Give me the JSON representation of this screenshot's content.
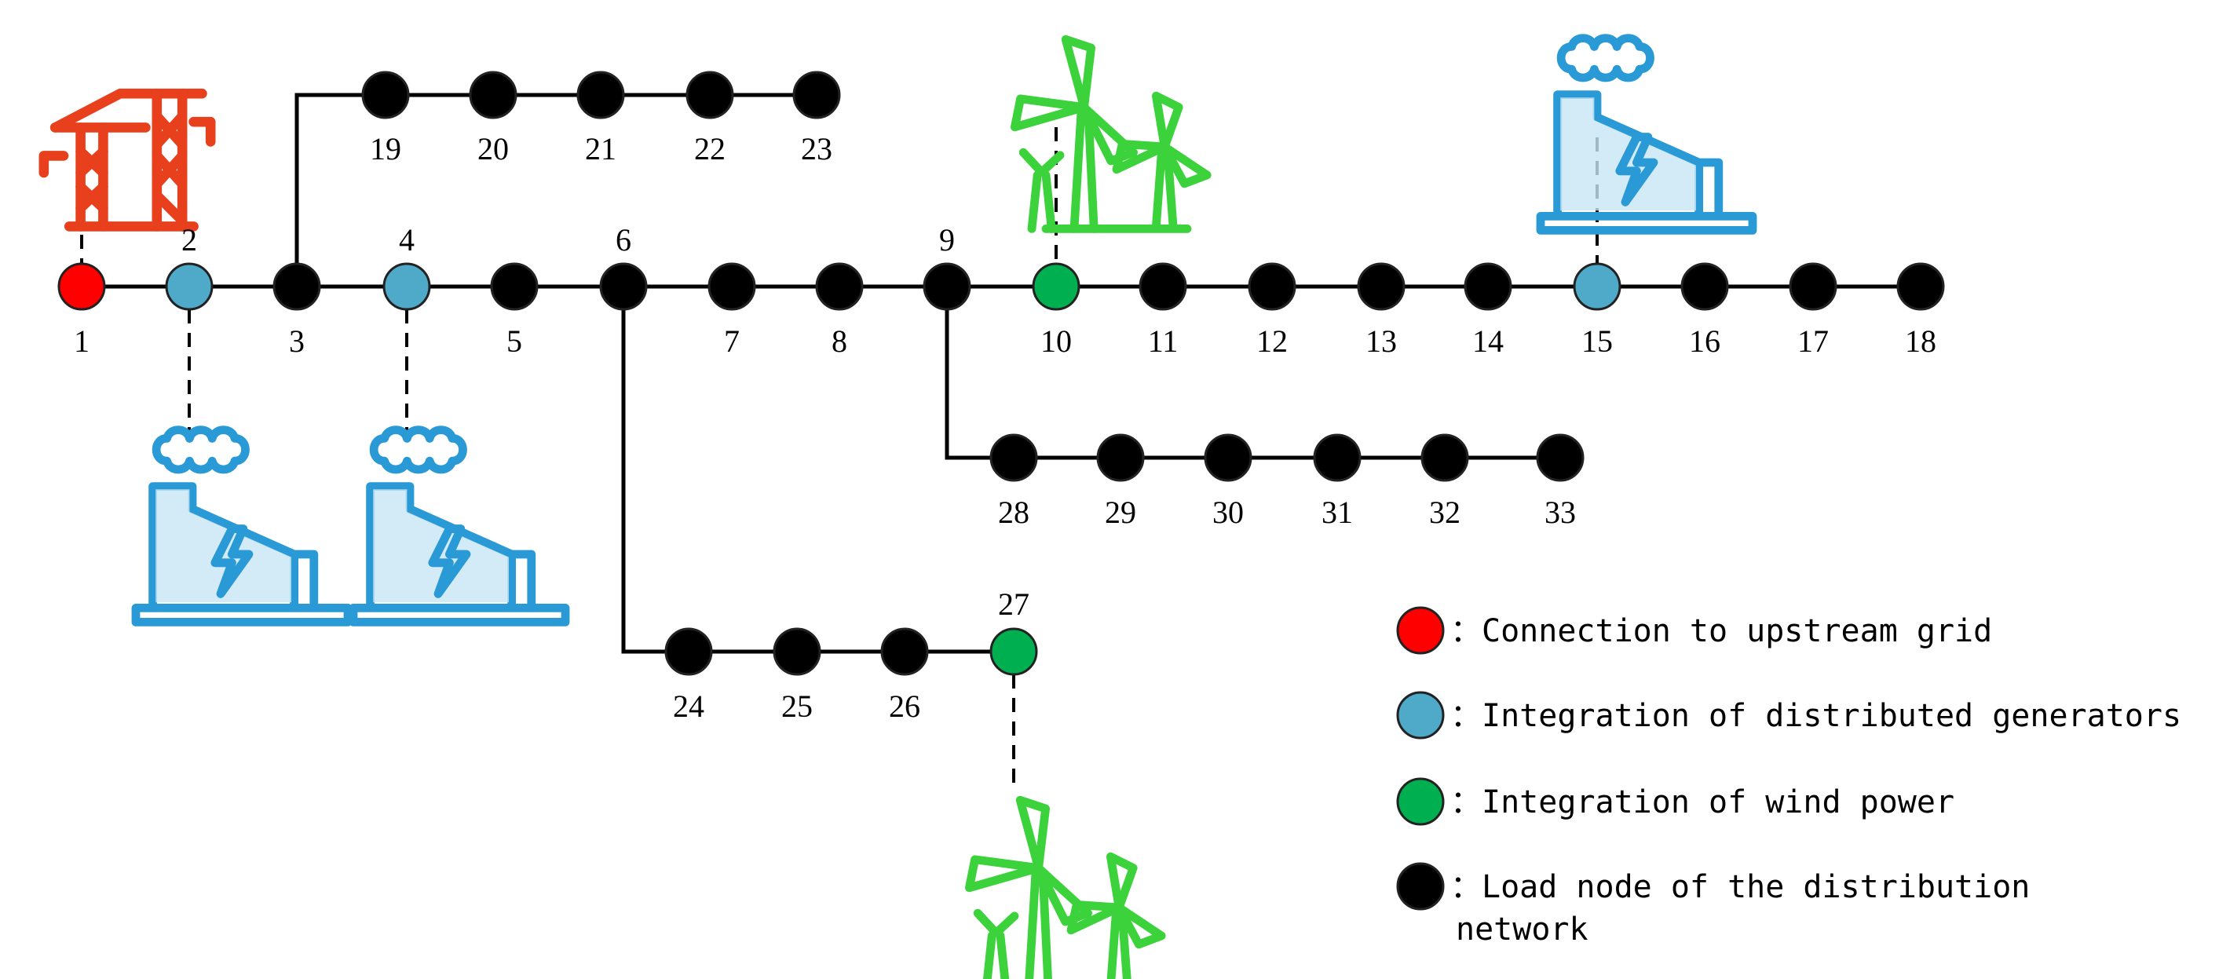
{
  "colors": {
    "grid_connection": "#ff0000",
    "distributed_generator": "#4fa9c9",
    "wind_power": "#00b050",
    "load_node": "#000000",
    "tower_icon": "#e8401c",
    "wind_icon": "#3bd23b",
    "generator_icon": "#2a9ad6"
  },
  "nodes": [
    {
      "id": "1",
      "type": "grid_connection"
    },
    {
      "id": "2",
      "type": "distributed_generator"
    },
    {
      "id": "3",
      "type": "load_node"
    },
    {
      "id": "4",
      "type": "distributed_generator"
    },
    {
      "id": "5",
      "type": "load_node"
    },
    {
      "id": "6",
      "type": "load_node"
    },
    {
      "id": "7",
      "type": "load_node"
    },
    {
      "id": "8",
      "type": "load_node"
    },
    {
      "id": "9",
      "type": "load_node"
    },
    {
      "id": "10",
      "type": "wind_power"
    },
    {
      "id": "11",
      "type": "load_node"
    },
    {
      "id": "12",
      "type": "load_node"
    },
    {
      "id": "13",
      "type": "load_node"
    },
    {
      "id": "14",
      "type": "load_node"
    },
    {
      "id": "15",
      "type": "distributed_generator"
    },
    {
      "id": "16",
      "type": "load_node"
    },
    {
      "id": "17",
      "type": "load_node"
    },
    {
      "id": "18",
      "type": "load_node"
    },
    {
      "id": "19",
      "type": "load_node"
    },
    {
      "id": "20",
      "type": "load_node"
    },
    {
      "id": "21",
      "type": "load_node"
    },
    {
      "id": "22",
      "type": "load_node"
    },
    {
      "id": "23",
      "type": "load_node"
    },
    {
      "id": "24",
      "type": "load_node"
    },
    {
      "id": "25",
      "type": "load_node"
    },
    {
      "id": "26",
      "type": "load_node"
    },
    {
      "id": "27",
      "type": "wind_power"
    },
    {
      "id": "28",
      "type": "load_node"
    },
    {
      "id": "29",
      "type": "load_node"
    },
    {
      "id": "30",
      "type": "load_node"
    },
    {
      "id": "31",
      "type": "load_node"
    },
    {
      "id": "32",
      "type": "load_node"
    },
    {
      "id": "33",
      "type": "load_node"
    }
  ],
  "branches": [
    [
      "1",
      "2"
    ],
    [
      "2",
      "3"
    ],
    [
      "3",
      "4"
    ],
    [
      "4",
      "5"
    ],
    [
      "5",
      "6"
    ],
    [
      "6",
      "7"
    ],
    [
      "7",
      "8"
    ],
    [
      "8",
      "9"
    ],
    [
      "9",
      "10"
    ],
    [
      "10",
      "11"
    ],
    [
      "11",
      "12"
    ],
    [
      "12",
      "13"
    ],
    [
      "13",
      "14"
    ],
    [
      "14",
      "15"
    ],
    [
      "15",
      "16"
    ],
    [
      "16",
      "17"
    ],
    [
      "17",
      "18"
    ],
    [
      "3",
      "19"
    ],
    [
      "19",
      "20"
    ],
    [
      "20",
      "21"
    ],
    [
      "21",
      "22"
    ],
    [
      "22",
      "23"
    ],
    [
      "6",
      "24"
    ],
    [
      "24",
      "25"
    ],
    [
      "25",
      "26"
    ],
    [
      "26",
      "27"
    ],
    [
      "9",
      "28"
    ],
    [
      "28",
      "29"
    ],
    [
      "29",
      "30"
    ],
    [
      "30",
      "31"
    ],
    [
      "31",
      "32"
    ],
    [
      "32",
      "33"
    ]
  ],
  "attachments": [
    {
      "node": "1",
      "icon": "transmission-tower"
    },
    {
      "node": "2",
      "icon": "generator-plant"
    },
    {
      "node": "4",
      "icon": "generator-plant"
    },
    {
      "node": "10",
      "icon": "wind-turbine"
    },
    {
      "node": "15",
      "icon": "generator-plant"
    },
    {
      "node": "27",
      "icon": "wind-turbine"
    }
  ],
  "legend": [
    {
      "type": "grid_connection",
      "text": "：Connection to upstream grid"
    },
    {
      "type": "distributed_generator",
      "text": "：Integration of distributed generators"
    },
    {
      "type": "wind_power",
      "text": "：Integration of wind power"
    },
    {
      "type": "load_node",
      "text": "：Load node of the distribution",
      "text_line2": "network"
    }
  ]
}
